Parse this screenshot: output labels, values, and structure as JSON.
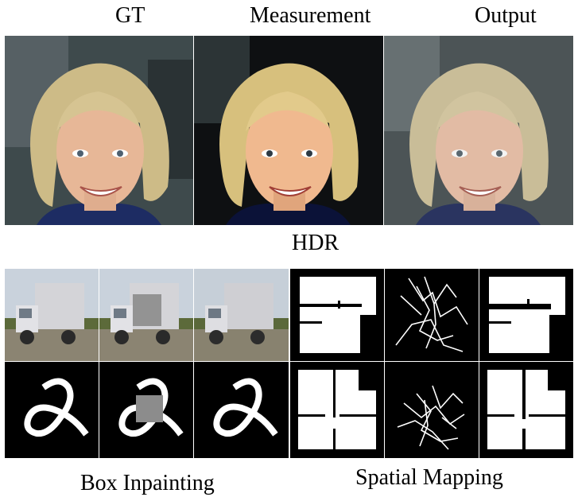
{
  "figure": {
    "column_headers": [
      "GT",
      "Measurement",
      "Output"
    ],
    "section_labels": {
      "hdr": "HDR",
      "box_inpainting": "Box Inpainting",
      "spatial_mapping": "Spatial Mapping"
    }
  }
}
